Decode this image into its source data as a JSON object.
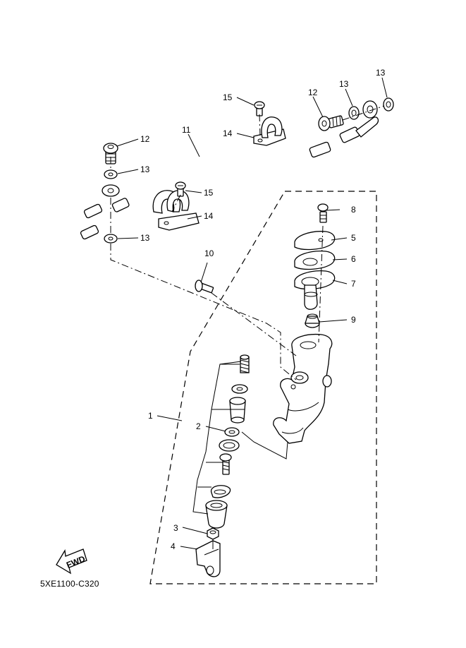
{
  "diagram_code": "5XE1100-C320",
  "fwd_label": "FWD",
  "callouts": [
    "1",
    "2",
    "3",
    "4",
    "5",
    "6",
    "7",
    "8",
    "9",
    "10",
    "11",
    "12",
    "12",
    "13",
    "13",
    "13",
    "13",
    "14",
    "14",
    "15",
    "15"
  ]
}
